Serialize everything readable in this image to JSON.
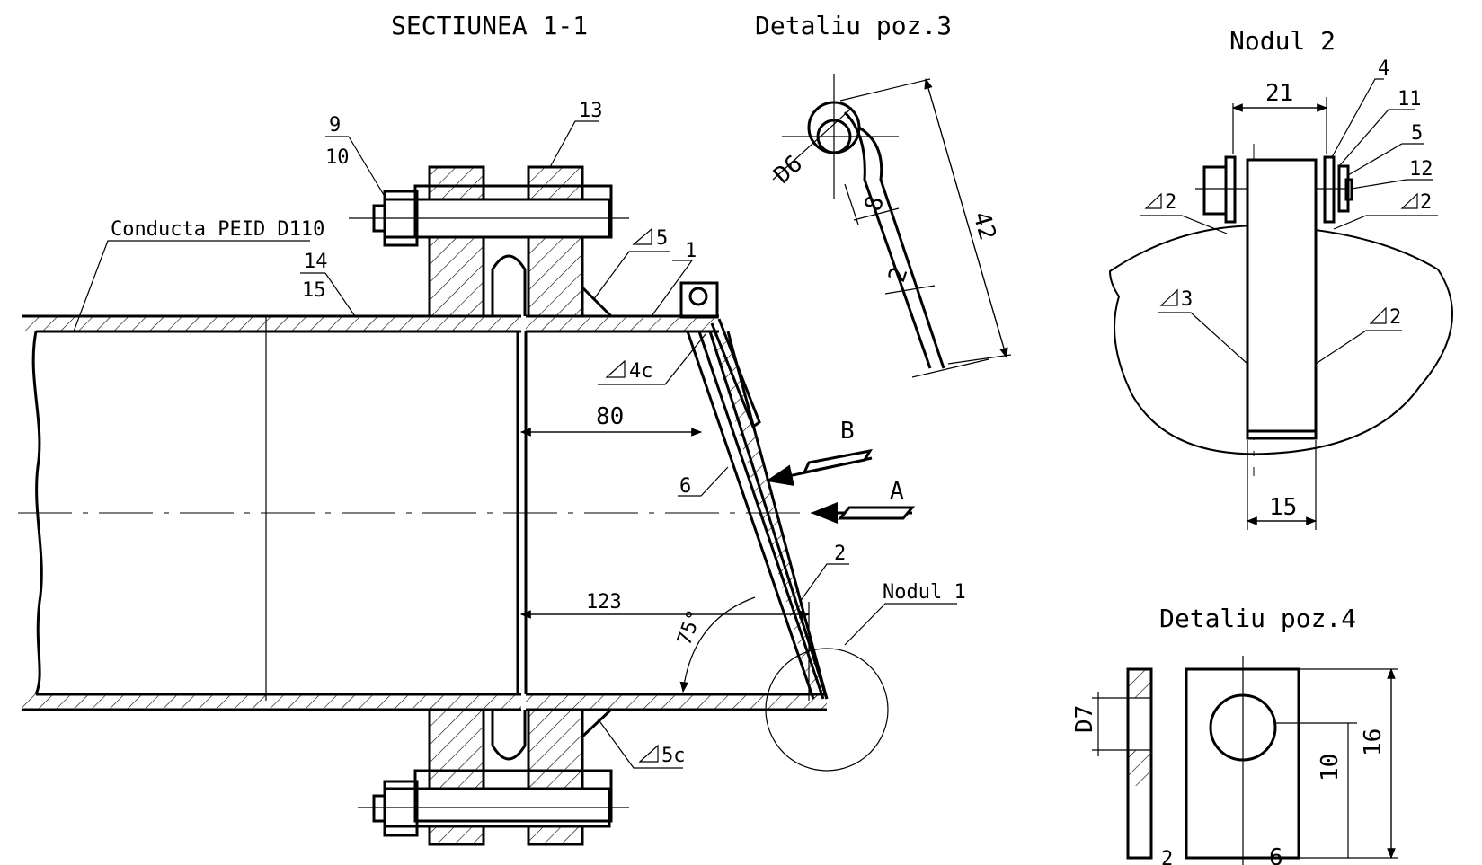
{
  "titles": {
    "section": "SECTIUNEA 1-1",
    "detail3": "Detaliu poz.3",
    "node2": "Nodul 2",
    "detail4": "Detaliu poz.4"
  },
  "section_labels": {
    "pipe": "Conducta PEID D110",
    "p9": "9",
    "p10": "10",
    "p13": "13",
    "p14": "14",
    "p15": "15",
    "p1": "1",
    "p2": "2",
    "p6": "6",
    "weld5": "5",
    "weld4c": "4c",
    "weld5c": "5c",
    "dim80": "80",
    "dim123": "123",
    "angle": "75°",
    "arrowA": "A",
    "arrowB": "B",
    "node1": "Nodul 1"
  },
  "detail3_labels": {
    "d6": "D6",
    "d8": "8",
    "d2": "2",
    "d42": "42"
  },
  "node2_labels": {
    "dim21": "21",
    "dim15": "15",
    "p4": "4",
    "p11": "11",
    "p5": "5",
    "p12": "12",
    "w2a": "2",
    "w2b": "2",
    "w3": "3",
    "w2c": "2"
  },
  "detail4_labels": {
    "d7": "D7",
    "d10": "10",
    "d16": "16",
    "d2": "2",
    "d6": "6"
  }
}
